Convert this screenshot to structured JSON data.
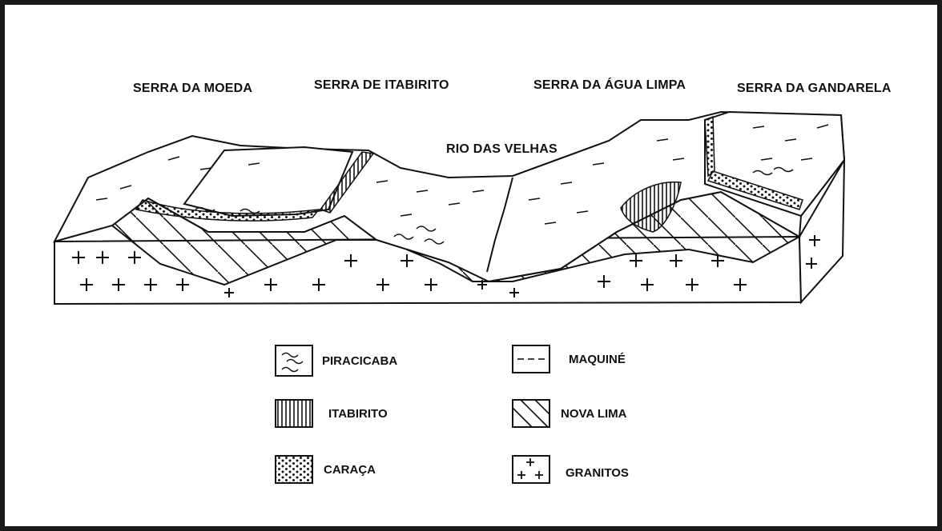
{
  "labels": {
    "serra_moeda": "SERRA DA MOEDA",
    "serra_itabirito": "SERRA DE ITABIRITO",
    "serra_agua_limpa": "SERRA DA ÁGUA LIMPA",
    "serra_gandarela": "SERRA DA GANDARELA",
    "rio_velhas": "RIO DAS VELHAS"
  },
  "legend": [
    {
      "key": "piracicaba",
      "label": "PIRACICABA",
      "pattern": "wavy"
    },
    {
      "key": "itabirito",
      "label": "ITABIRITO",
      "pattern": "vertical-lines"
    },
    {
      "key": "caraca",
      "label": "CARAÇA",
      "pattern": "dots"
    },
    {
      "key": "maquine",
      "label": "MAQUINÉ",
      "pattern": "dashes"
    },
    {
      "key": "nova_lima",
      "label": "NOVA LIMA",
      "pattern": "diagonal-lines"
    },
    {
      "key": "granitos",
      "label": "GRANITOS",
      "pattern": "crosses"
    }
  ],
  "colors": {
    "ink": "#111111",
    "frame": "#1a1a1a",
    "paper": "#ffffff"
  }
}
